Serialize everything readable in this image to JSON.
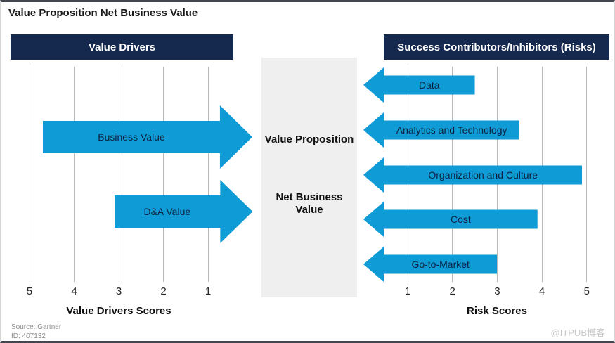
{
  "page": {
    "title": "Value Proposition Net Business Value",
    "source_line1": "Source: Gartner",
    "source_line2": "ID: 407132",
    "watermark": "@ITPUB博客"
  },
  "chart_data": {
    "type": "arrow-diagram",
    "title": "Value Proposition Net Business Value",
    "center": {
      "line1": "Value Proposition",
      "line2": "Net Business Value"
    },
    "left_panel": {
      "header": "Value Drivers",
      "axis_label": "Value Drivers Scores",
      "axis_ticks": [
        5,
        4,
        3,
        2,
        1
      ],
      "axis_range": [
        5,
        1
      ],
      "arrow_direction": "right",
      "arrows": [
        {
          "label": "Business Value",
          "score": 4.7
        },
        {
          "label": "D&A Value",
          "score": 3.1
        }
      ]
    },
    "right_panel": {
      "header": "Success Contributors/Inhibitors (Risks)",
      "axis_label": "Risk Scores",
      "axis_ticks": [
        1,
        2,
        3,
        4,
        5
      ],
      "axis_range": [
        1,
        5
      ],
      "arrow_direction": "left",
      "arrows": [
        {
          "label": "Data",
          "score": 2.5
        },
        {
          "label": "Analytics and Technology",
          "score": 3.5
        },
        {
          "label": "Organization and Culture",
          "score": 4.9
        },
        {
          "label": "Cost",
          "score": 3.9
        },
        {
          "label": "Go-to-Market",
          "score": 3.0
        }
      ]
    },
    "colors": {
      "arrow_fill": "#0f9bd5",
      "arrow_text": "#0c2340",
      "header_bg": "#15294e",
      "header_text": "#ffffff",
      "center_box_bg": "#f0efef",
      "gridline": "#b9b9b9",
      "title_text": "#1a1a1a"
    },
    "layout_hints": {
      "gridlines": "vertical",
      "legend": "none"
    }
  }
}
